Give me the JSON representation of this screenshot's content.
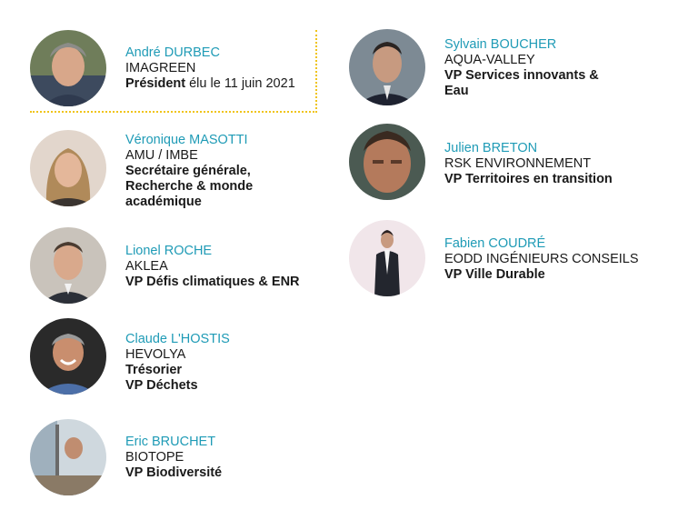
{
  "members": [
    {
      "name": "André DURBEC",
      "org": "IMAGREEN",
      "role": [
        "Président"
      ],
      "role_suffix": " élu le 11 juin 2021"
    },
    {
      "name": "Véronique MASOTTI",
      "org": "AMU / IMBE",
      "role": [
        "Secrétaire générale,",
        "Recherche & monde",
        "académique"
      ]
    },
    {
      "name": "Lionel ROCHE",
      "org": "AKLEA",
      "role": [
        "VP Défis climatiques & ENR"
      ]
    },
    {
      "name": "Claude L'HOSTIS",
      "org": "HEVOLYA",
      "role": [
        "Trésorier",
        "VP Déchets"
      ]
    },
    {
      "name": "Eric BRUCHET",
      "org": "BIOTOPE",
      "role": [
        "VP Biodiversité"
      ]
    },
    {
      "name": "Sylvain BOUCHER",
      "org": "AQUA-VALLEY",
      "role": [
        "VP Services innovants &",
        "Eau"
      ]
    },
    {
      "name": "Julien BRETON",
      "org": "RSK ENVIRONNEMENT",
      "role": [
        "VP Territoires en transition"
      ]
    },
    {
      "name": "Fabien COUDRÉ",
      "org": "EODD INGÉNIEURS CONSEILS",
      "role": [
        "VP Ville Durable"
      ]
    }
  ],
  "colors": {
    "name": "#1f9bb6",
    "accent_dots": "#f0c419",
    "text": "#1a1a1a"
  }
}
